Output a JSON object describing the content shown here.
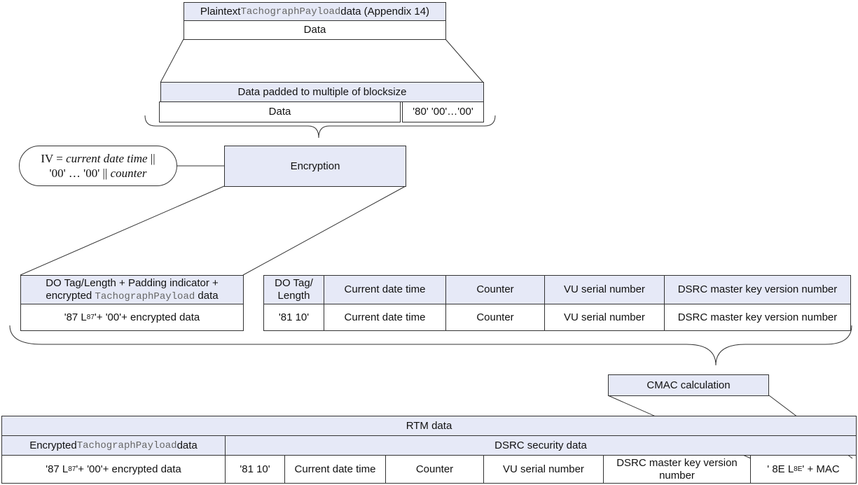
{
  "plaintext": {
    "title_prefix": "Plaintext ",
    "title_mono": "TachographPayload",
    "title_suffix": " data (Appendix 14)",
    "data": "Data"
  },
  "padded": {
    "title": "Data padded to multiple of blocksize",
    "data": "Data",
    "padding": "'80' '00'…'00'"
  },
  "iv": {
    "lhs": "IV = ",
    "current_date_time": "current date time",
    "sep1": " ||",
    "zeros": "'00' … '00' ||",
    "counter": "counter"
  },
  "encryption": {
    "label": "Encryption"
  },
  "do_block": {
    "header_line1": "DO Tag/Length + Padding indicator +",
    "header_line2_prefix": "encrypted ",
    "header_line2_mono": "TachographPayload",
    "header_line2_suffix": " data",
    "value_prefix": "'87 L",
    "value_sub": "87",
    "value_suffix": "'+ '00'+ encrypted data"
  },
  "dsrc_block": {
    "headers": [
      "DO Tag/ Length",
      "Current date time",
      "Counter",
      "VU serial number",
      "DSRC master key version number"
    ],
    "values": [
      "'81 10'",
      "Current date time",
      "Counter",
      "VU serial number",
      "DSRC master key version number"
    ]
  },
  "cmac": {
    "label": "CMAC calculation"
  },
  "rtm": {
    "title": "RTM data",
    "enc_header_prefix": "Encrypted ",
    "enc_header_mono": "TachographPayload",
    "enc_header_suffix": " data",
    "dsrc_header": "DSRC security data",
    "enc_value_prefix": "'87 L",
    "enc_value_sub": "87",
    "enc_value_suffix": "'+ '00'+ encrypted data",
    "values": [
      "'81 10'",
      "Current date time",
      "Counter",
      "VU serial number",
      "DSRC master key version number"
    ],
    "mac_prefix": "' 8E L",
    "mac_sub": "8E",
    "mac_suffix": "' + MAC"
  }
}
